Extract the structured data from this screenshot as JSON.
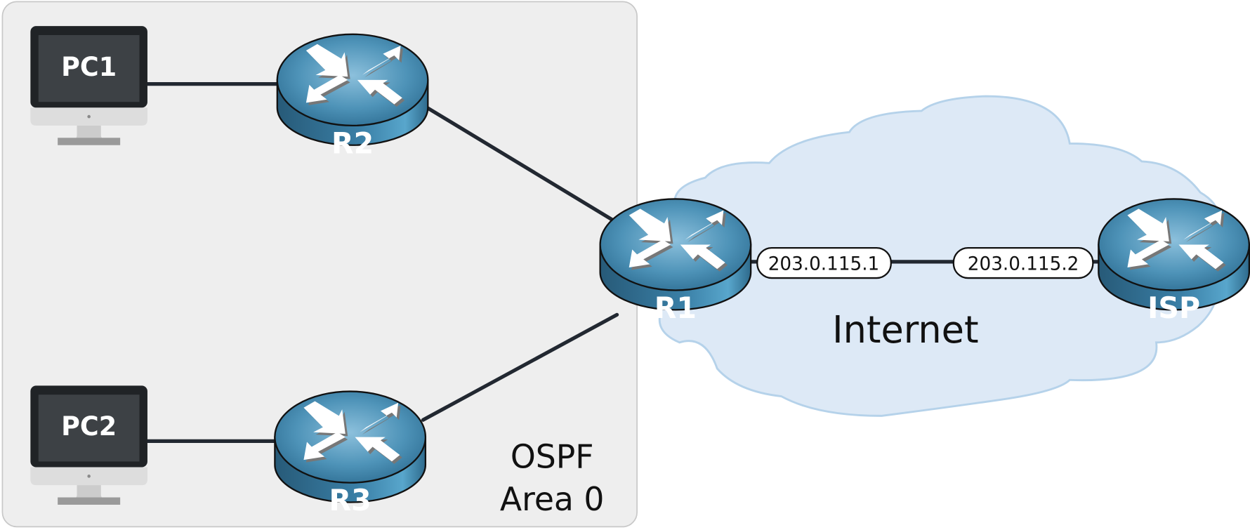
{
  "diagram": {
    "type": "network-topology",
    "colors": {
      "ospf_area_fill": "#eeeeee",
      "ospf_area_border": "#c8c8c8",
      "cloud_fill": "#dde9f6",
      "cloud_border": "#b5d2ea",
      "link": "#222831",
      "router_top": "#4a90b4",
      "router_side": "#2b6584",
      "pc_screen": "#3d4145",
      "pc_bezel": "#202326",
      "pc_chin": "#dddddd",
      "pc_stand": "#cccccc",
      "pc_base": "#9a9a9a"
    },
    "zones": {
      "ospf": {
        "line1": "OSPF",
        "line2": "Area 0"
      },
      "internet": {
        "label": "Internet"
      }
    },
    "devices": {
      "pc1": {
        "label": "PC1",
        "type": "pc"
      },
      "pc2": {
        "label": "PC2",
        "type": "pc"
      },
      "r1": {
        "label": "R1",
        "type": "router"
      },
      "r2": {
        "label": "R2",
        "type": "router"
      },
      "r3": {
        "label": "R3",
        "type": "router"
      },
      "isp": {
        "label": "ISP",
        "type": "router"
      }
    },
    "links": [
      {
        "from": "PC1",
        "to": "R2"
      },
      {
        "from": "PC2",
        "to": "R3"
      },
      {
        "from": "R2",
        "to": "R1"
      },
      {
        "from": "R3",
        "to": "R1"
      },
      {
        "from": "R1",
        "to": "ISP"
      }
    ],
    "interfaces": {
      "r1_wan": "203.0.115.1",
      "isp_wan": "203.0.115.2"
    }
  }
}
